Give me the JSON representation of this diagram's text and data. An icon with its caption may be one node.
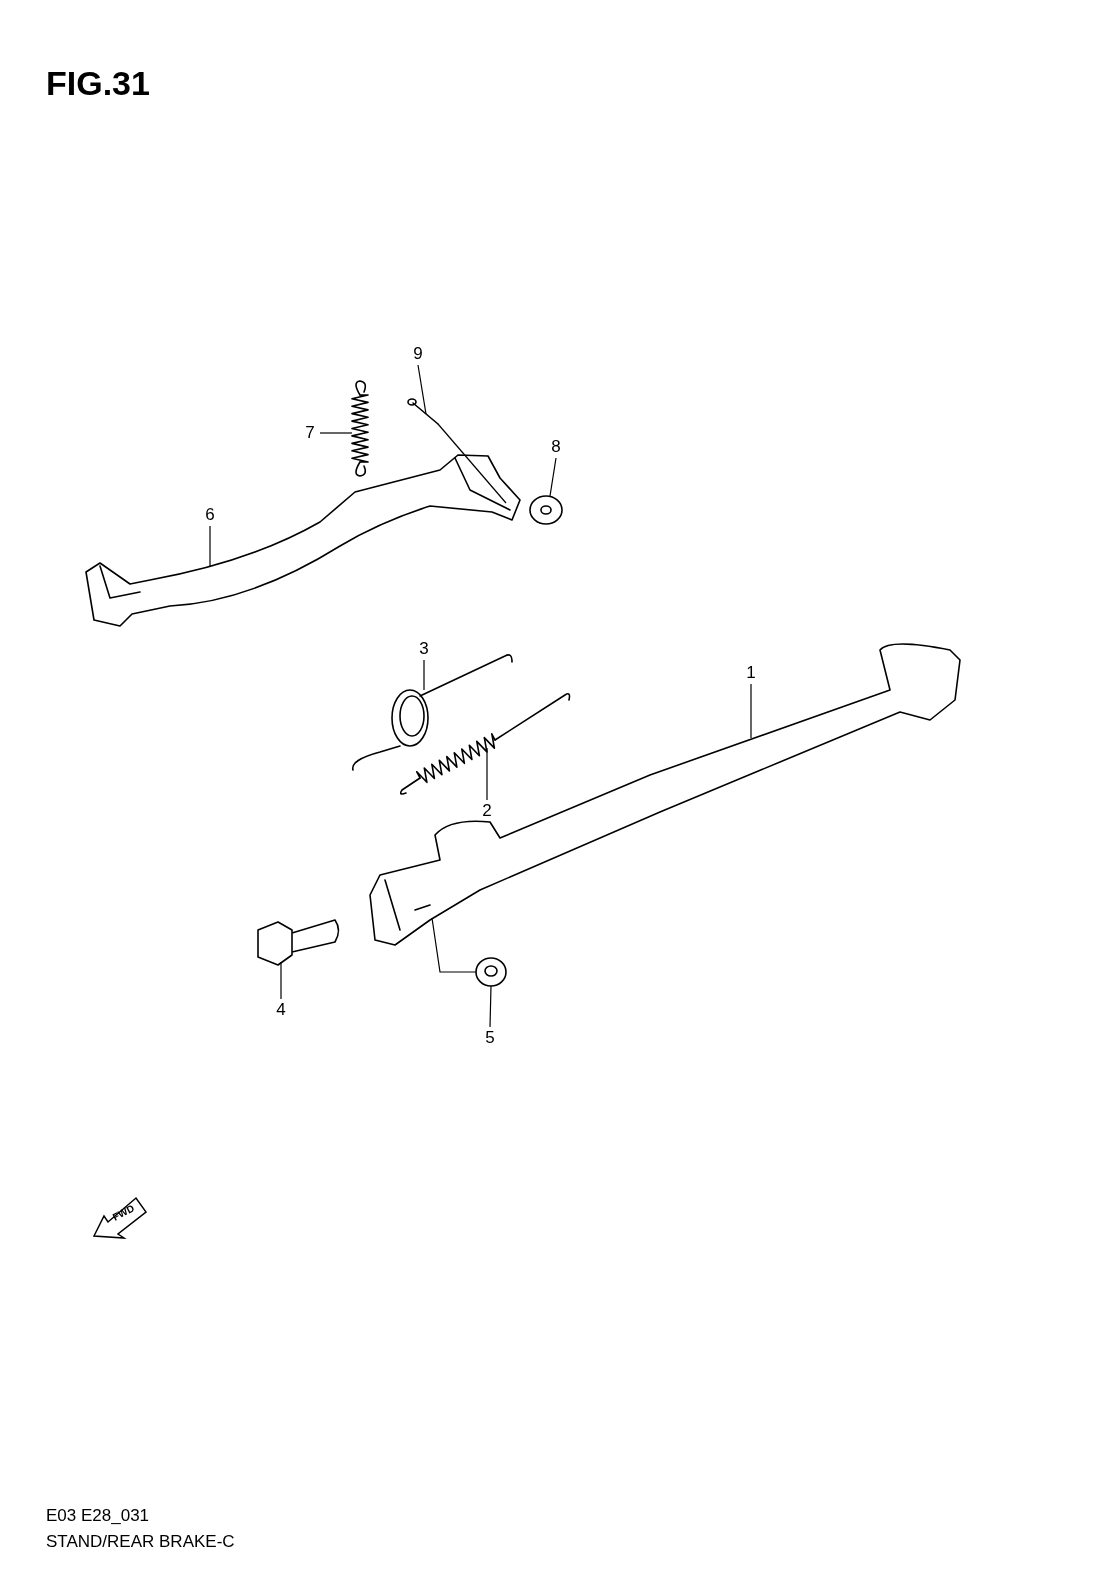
{
  "diagram": {
    "title": "FIG.31",
    "caption": "STAND/REAR BRAKE-C",
    "nodes": [
      {
        "text": [
          "9"
        ]
      },
      {
        "text": [
          "7"
        ]
      },
      {
        "text": [
          "8"
        ]
      },
      {
        "text": [
          "6"
        ]
      },
      {
        "text": [
          "3"
        ]
      },
      {
        "text": [
          "1"
        ]
      },
      {
        "text": [
          "2"
        ]
      },
      {
        "text": [
          "4"
        ]
      },
      {
        "text": [
          "5"
        ]
      },
      {
        "text": [],
        "shape": "picture"
      },
      {
        "text": [],
        "shape": "picture"
      },
      {
        "text": [],
        "shape": "picture"
      },
      {
        "text": [],
        "shape": "picture"
      },
      {
        "text": [],
        "shape": "picture"
      },
      {
        "text": [],
        "shape": "picture"
      },
      {
        "text": [],
        "shape": "picture"
      },
      {
        "text": [],
        "shape": "picture"
      },
      {
        "text": [],
        "shape": "picture"
      }
    ],
    "edges": [
      {
        "from": 0,
        "to": 9,
        "arrow": "none"
      },
      {
        "from": 1,
        "to": 10,
        "arrow": "none"
      },
      {
        "from": 2,
        "to": 11,
        "arrow": "none"
      },
      {
        "from": 3,
        "to": 12,
        "arrow": "none"
      },
      {
        "from": 4,
        "to": 13,
        "arrow": "none"
      },
      {
        "from": 5,
        "to": 14,
        "arrow": "none"
      },
      {
        "from": 6,
        "to": 15,
        "arrow": "none"
      },
      {
        "from": 7,
        "to": 16,
        "arrow": "none"
      },
      {
        "from": 8,
        "to": 17,
        "arrow": "none"
      },
      {
        "from": 9,
        "to": 12,
        "arrow": "none"
      },
      {
        "from": 17,
        "to": 14,
        "arrow": "none"
      }
    ],
    "labels": [
      "FWD",
      "E03 E28_031"
    ]
  }
}
